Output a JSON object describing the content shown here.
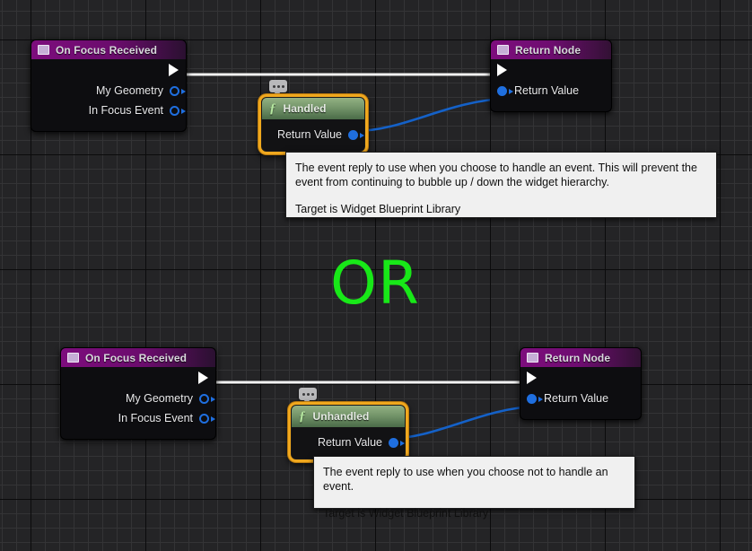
{
  "canvas": {
    "grid_minor_color": "#343436",
    "grid_major_color": "#0b0b0c",
    "background_color": "#242426"
  },
  "or_label": "OR",
  "or_color": "#18e818",
  "selection_color": "#f0a81e",
  "exec_wire_color": "#ffffff",
  "data_wire_color": "#1f6fe0",
  "graphs": [
    {
      "id": "handled",
      "event_node": {
        "title": "On Focus Received",
        "icon": "event-square-icon",
        "header_color": "#7d0d7d",
        "exec_out": "",
        "outputs": [
          {
            "label": "My Geometry",
            "pin": "object-pin"
          },
          {
            "label": "In Focus Event",
            "pin": "struct-pin"
          }
        ]
      },
      "function_node": {
        "title": "Handled",
        "icon": "function-f-icon",
        "selected": true,
        "outputs": [
          {
            "label": "Return Value",
            "pin": "struct-pin-connected"
          }
        ],
        "comment_bubble": "comment-dots-icon"
      },
      "return_node": {
        "title": "Return Node",
        "icon": "return-square-icon",
        "header_color": "#7d0d7d",
        "inputs": [
          {
            "label": "Return Value",
            "pin": "struct-pin-connected"
          }
        ]
      },
      "tooltip": {
        "paragraphs": [
          "The event reply to use when you choose to handle an event.  This will prevent the event from continuing to bubble up / down the widget hierarchy.",
          "Target is Widget Blueprint Library"
        ]
      }
    },
    {
      "id": "unhandled",
      "event_node": {
        "title": "On Focus Received",
        "icon": "event-square-icon",
        "header_color": "#7d0d7d",
        "exec_out": "",
        "outputs": [
          {
            "label": "My Geometry",
            "pin": "object-pin"
          },
          {
            "label": "In Focus Event",
            "pin": "struct-pin"
          }
        ]
      },
      "function_node": {
        "title": "Unhandled",
        "icon": "function-f-icon",
        "selected": true,
        "outputs": [
          {
            "label": "Return Value",
            "pin": "struct-pin-connected"
          }
        ],
        "comment_bubble": "comment-dots-icon"
      },
      "return_node": {
        "title": "Return Node",
        "icon": "return-square-icon",
        "header_color": "#7d0d7d",
        "inputs": [
          {
            "label": "Return Value",
            "pin": "struct-pin-connected"
          }
        ]
      },
      "tooltip": {
        "paragraphs": [
          "The event reply to use when you choose not to handle an event.",
          "Target is Widget Blueprint Library"
        ]
      }
    }
  ]
}
